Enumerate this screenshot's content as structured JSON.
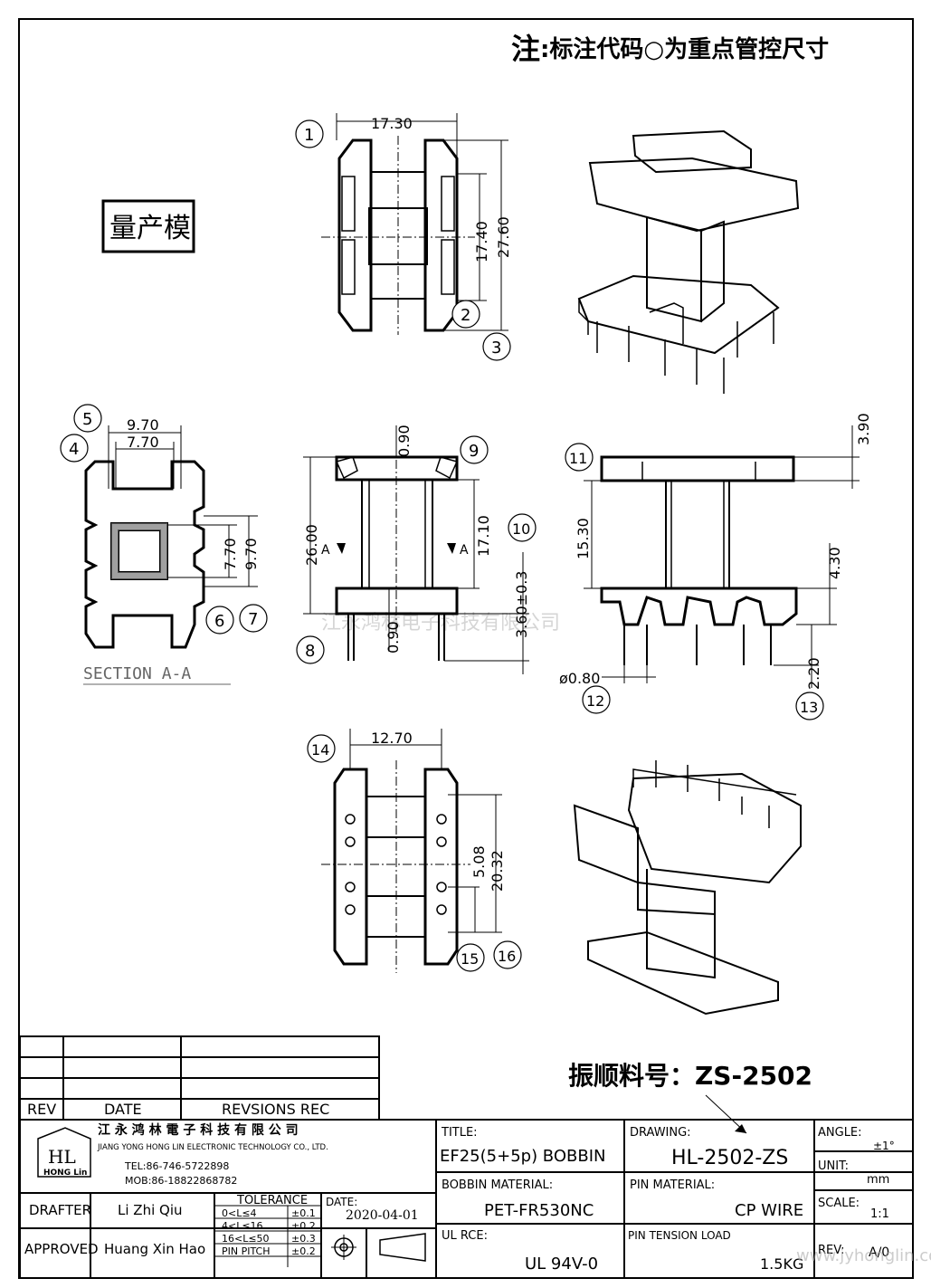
{
  "note": {
    "prefix": "注",
    "text": ":标注代码○为重点管控尺寸"
  },
  "mass_production_label": "量产模",
  "balloons": [
    "1",
    "2",
    "3",
    "4",
    "5",
    "6",
    "7",
    "8",
    "9",
    "10",
    "11",
    "12",
    "13",
    "14",
    "15",
    "16"
  ],
  "dimensions": {
    "top_width": "17.30",
    "top_inner_height": "17.40",
    "top_total_height": "27.60",
    "section_outer_width": "9.70",
    "section_inner_width": "7.70",
    "section_inner_height": "7.70",
    "section_outer_height": "9.70",
    "front_top_thickness": "0.90",
    "front_height": "26.00",
    "front_window": "17.10",
    "front_pin_length": "3.60±0.3",
    "front_bottom_thickness": "0.90",
    "side_flange_height": "3.90",
    "side_body_height": "15.30",
    "side_base_height": "4.30",
    "side_pin_dia": "ø0.80",
    "side_pin_extra": "2.20",
    "bottom_width": "12.70",
    "bottom_pitch": "5.08",
    "bottom_span": "20.32"
  },
  "section_label": "SECTION A-A",
  "section_marks": [
    "A",
    "A"
  ],
  "watermark_center": "江永鸿林电子科技有限公司",
  "watermark_corner": "www.jyhonglin.com.cn",
  "part_number": "振顺料号：ZS-2502",
  "revision_table": {
    "rev": "REV",
    "date": "DATE",
    "revisions": "REVSIONS REC"
  },
  "company": {
    "name_cn": "江 永 鸿 林 電 子 科 技 有 限 公 司",
    "name_en": "JIANG YONG HONG LIN ELECTRONIC TECHNOLOGY CO., LTD.",
    "tel": "TEL:86-746-5722898",
    "mob": "MOB:86-18822868782",
    "logo_letters": "HL",
    "logo_text": "HONG Lin"
  },
  "title_block": {
    "title_label": "TITLE:",
    "title_value": "EF25(5+5p) BOBBIN",
    "drawing_label": "DRAWING:",
    "drawing_value": "HL-2502-ZS",
    "angle_label": "ANGLE:",
    "angle_value": "±1°",
    "unit_label": "UNIT:",
    "unit_value": "mm",
    "bobbin_material_label": "BOBBIN MATERIAL:",
    "bobbin_material_value": "PET-FR530NC",
    "pin_material_label": "PIN MATERIAL:",
    "pin_material_value": "CP WIRE",
    "scale_label": "SCALE:",
    "scale_value": "1:1",
    "drafter_label": "DRAFTER",
    "drafter_value": "Li Zhi Qiu",
    "approved_label": "APPROVED",
    "approved_value": "Huang Xin Hao",
    "tolerance_label": "TOLERANCE",
    "tolerance_rows": [
      {
        "range": "0<L≤4",
        "value": "±0.1"
      },
      {
        "range": "4<L≤16",
        "value": "±0.2"
      },
      {
        "range": "16<L≤50",
        "value": "±0.3"
      },
      {
        "range": "PIN PITCH",
        "value": "±0.2"
      }
    ],
    "date_label": "DATE:",
    "date_value": "2020-04-01",
    "ul_label": "UL RCE:",
    "ul_value": "UL 94V-0",
    "pin_tension_label": "PIN TENSION LOAD",
    "pin_tension_value": "1.5KG",
    "rev_label": "REV:",
    "rev_value": "A/0"
  }
}
